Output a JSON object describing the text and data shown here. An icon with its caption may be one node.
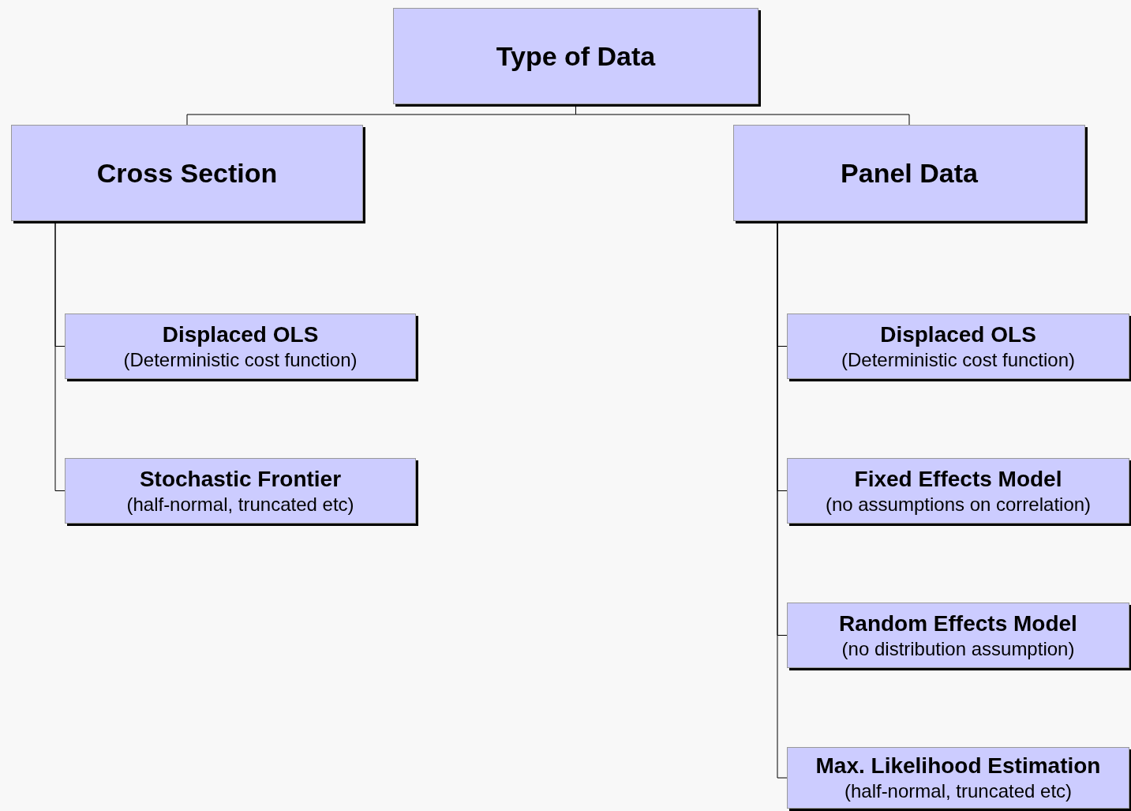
{
  "diagram": {
    "nodes": [
      {
        "text": [
          "Type of Data"
        ]
      },
      {
        "text": [
          "Cross Section"
        ]
      },
      {
        "text": [
          "Panel Data"
        ]
      },
      {
        "text": [
          "Displaced OLS",
          "(Deterministic cost function)"
        ]
      },
      {
        "text": [
          "Stochastic Frontier",
          "(half-normal, truncated etc)"
        ]
      },
      {
        "text": [
          "Displaced OLS",
          "(Deterministic cost function)"
        ]
      },
      {
        "text": [
          "Fixed Effects Model",
          "(no assumptions on correlation)"
        ]
      },
      {
        "text": [
          "Random Effects Model",
          "(no distribution assumption)"
        ]
      },
      {
        "text": [
          "Max. Likelihood Estimation",
          "(half-normal, truncated etc)"
        ]
      }
    ],
    "edges": [
      {
        "from": 0,
        "to": 1,
        "arrow": "none"
      },
      {
        "from": 0,
        "to": 2,
        "arrow": "none"
      },
      {
        "from": 1,
        "to": 3,
        "arrow": "none"
      },
      {
        "from": 1,
        "to": 4,
        "arrow": "none"
      },
      {
        "from": 2,
        "to": 5,
        "arrow": "none"
      },
      {
        "from": 2,
        "to": 6,
        "arrow": "none"
      },
      {
        "from": 2,
        "to": 7,
        "arrow": "none"
      },
      {
        "from": 2,
        "to": 8,
        "arrow": "none"
      }
    ]
  }
}
